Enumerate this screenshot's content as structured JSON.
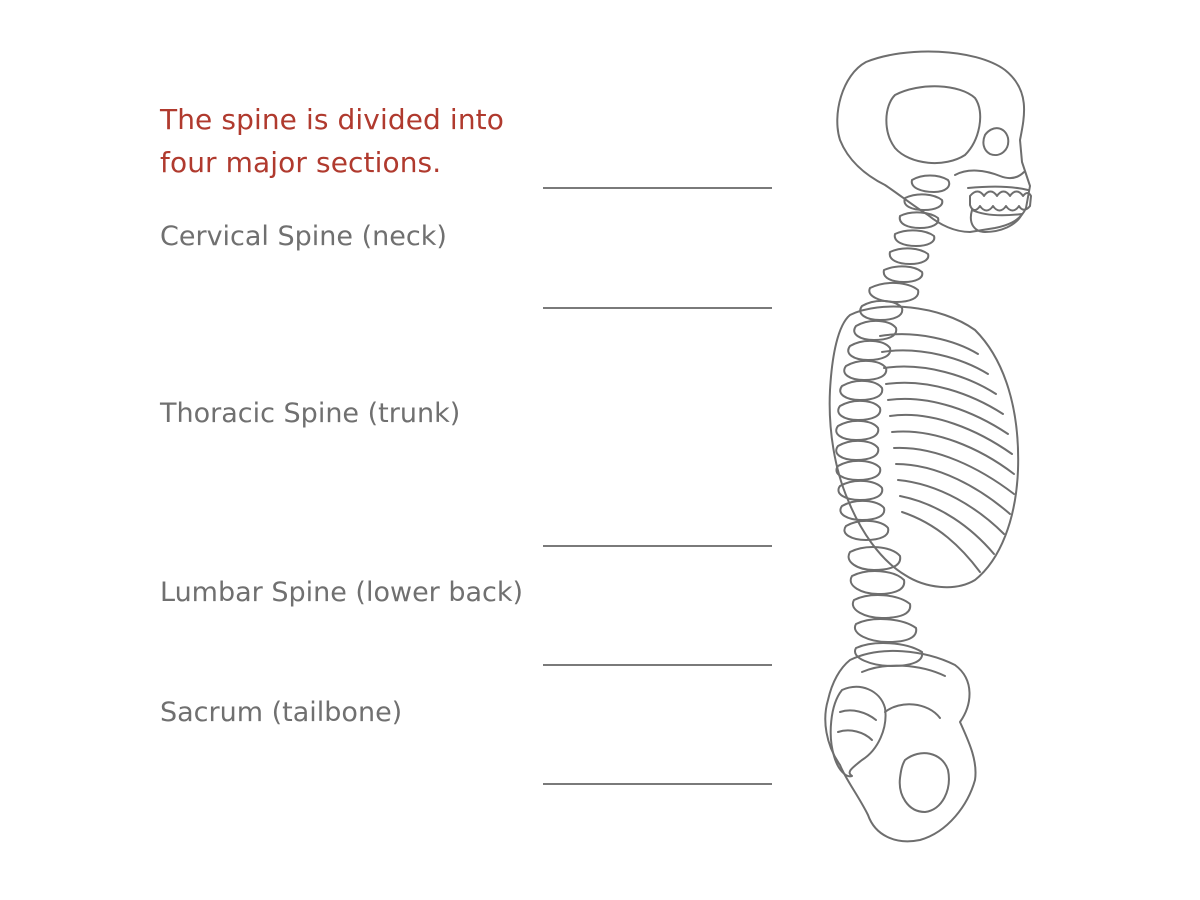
{
  "heading": {
    "line1": "The spine is divided into",
    "line2": "four major sections."
  },
  "sections": [
    {
      "label": "Cervical Spine (neck)"
    },
    {
      "label": "Thoracic Spine (trunk)"
    },
    {
      "label": "Lumbar Spine (lower back)"
    },
    {
      "label": "Sacrum (tailbone)"
    }
  ],
  "colors": {
    "heading": "#b03a2e",
    "label": "#707070",
    "line": "#7a7a7a"
  }
}
